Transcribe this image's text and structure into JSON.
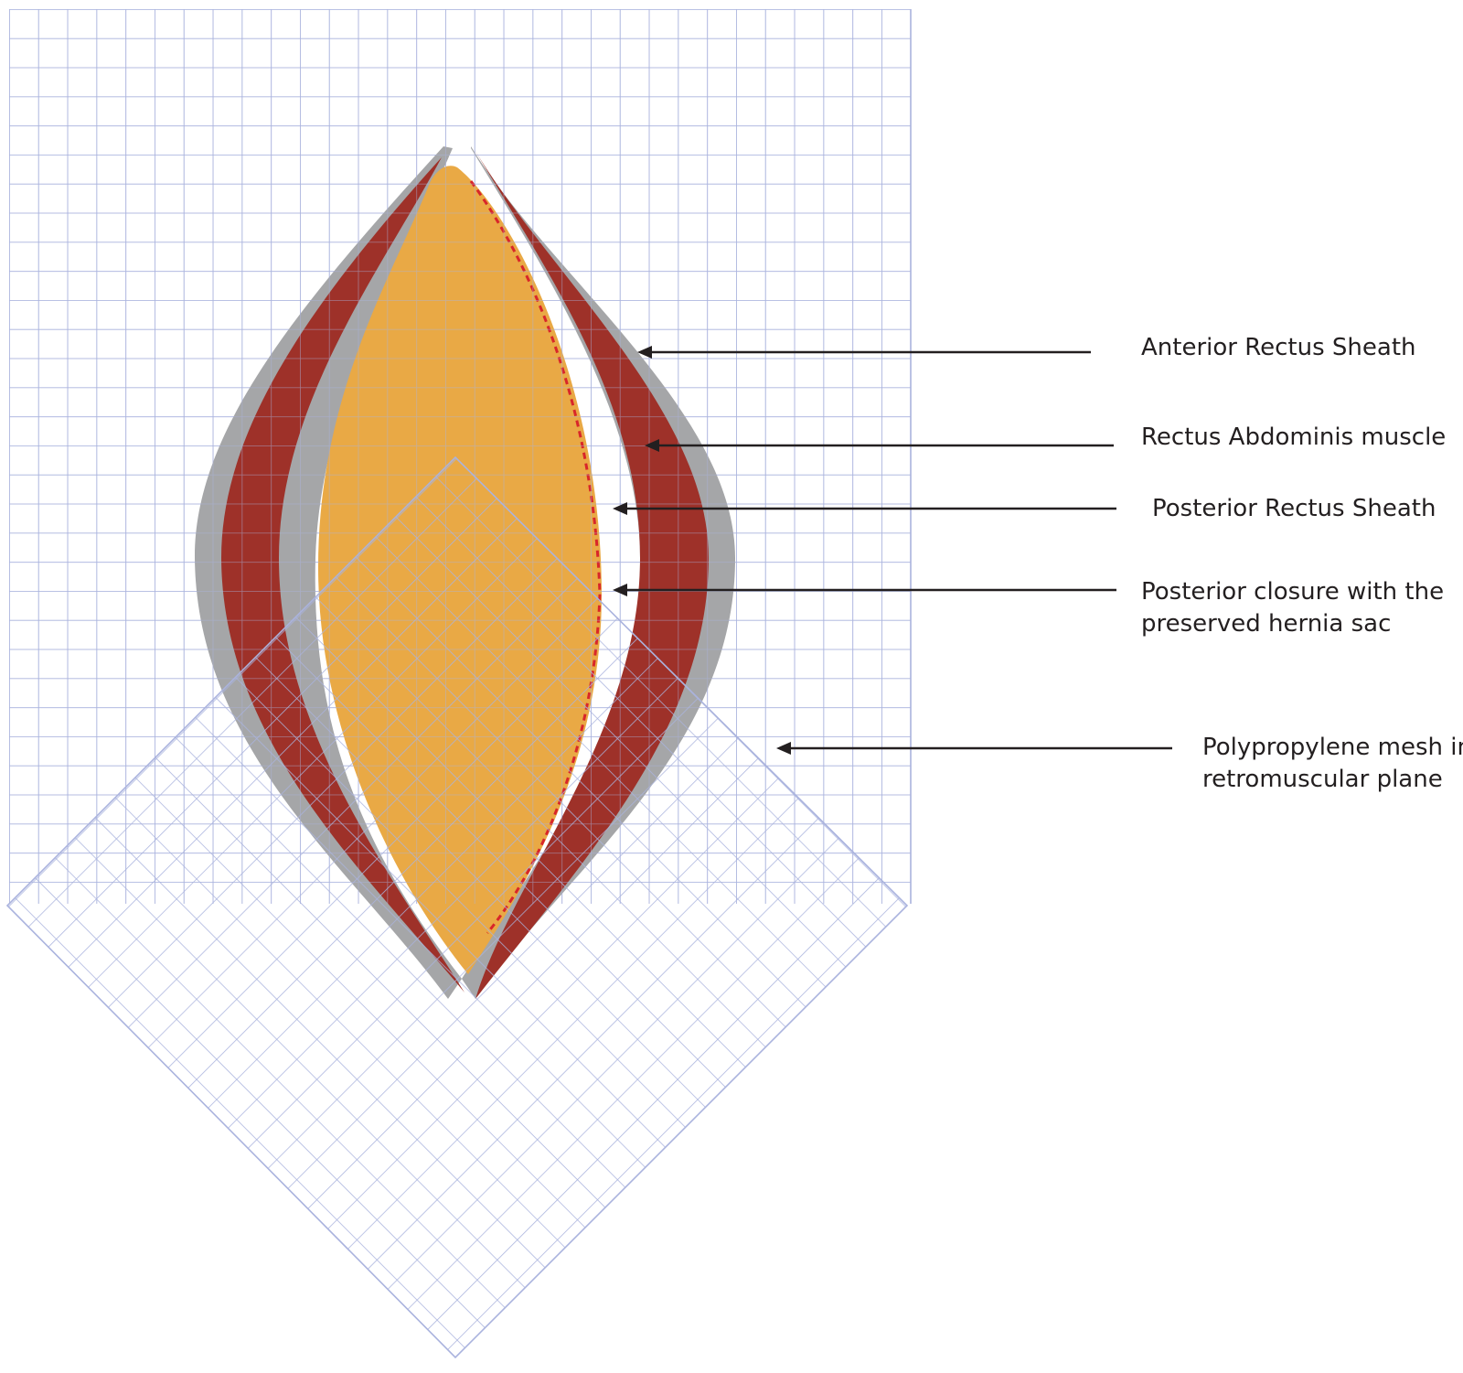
{
  "colors": {
    "mesh": "#aab3de",
    "sheath": "#a5a6a8",
    "muscle": "#9e3129",
    "sac": "#e9a945",
    "suture": "#d8262a",
    "arrow": "#231f20",
    "text": "#231f20"
  },
  "labels": {
    "anterior_rectus_sheath": "Anterior Rectus Sheath",
    "rectus_abdominis_muscle": "Rectus Abdominis muscle",
    "posterior_rectus_sheath": "Posterior Rectus Sheath",
    "posterior_closure": {
      "line1": "Posterior closure with the",
      "line2": "preserved hernia sac"
    },
    "polypropylene_mesh": {
      "line1": "Polypropylene mesh in",
      "line2": "retromuscular plane"
    }
  }
}
